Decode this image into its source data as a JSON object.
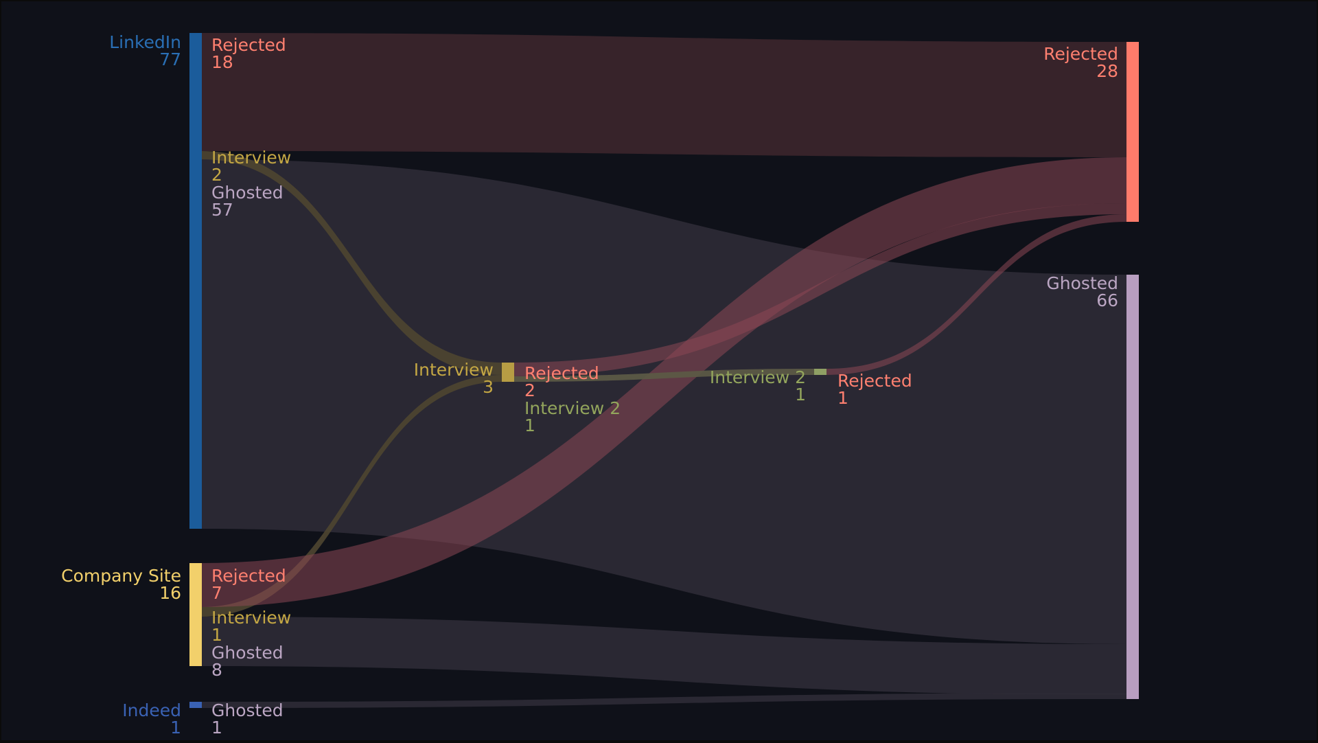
{
  "chart_data": {
    "type": "sankey",
    "unit_note": "",
    "nodes": [
      {
        "id": "linkedin",
        "name": "LinkedIn",
        "value": 77,
        "color": "#1b5c9b",
        "text_color": "#2a6fb5",
        "column": 0
      },
      {
        "id": "company",
        "name": "Company Site",
        "value": 16,
        "color": "#f2d06b",
        "text_color": "#f2d06b",
        "column": 0
      },
      {
        "id": "indeed",
        "name": "Indeed",
        "value": 1,
        "color": "#3a62b4",
        "text_color": "#3a62b4",
        "column": 0
      },
      {
        "id": "interview",
        "name": "Interview",
        "value": 3,
        "color": "#b79d44",
        "text_color": "#c4a744",
        "column": 1
      },
      {
        "id": "interview2",
        "name": "Interview 2",
        "value": 1,
        "color": "#8f9f64",
        "text_color": "#93a55c",
        "column": 2
      },
      {
        "id": "rejected",
        "name": "Rejected",
        "value": 28,
        "color": "#ff7b6b",
        "text_color": "#ff8070",
        "column": 3
      },
      {
        "id": "ghosted",
        "name": "Ghosted",
        "value": 66,
        "color": "#b89ec0",
        "text_color": "#bba6c3",
        "column": 3
      }
    ],
    "links": [
      {
        "source": "linkedin",
        "target": "rejected",
        "value": 18,
        "label": "Rejected",
        "color": "#ff8070"
      },
      {
        "source": "linkedin",
        "target": "interview",
        "value": 2,
        "label": "Interview",
        "color": "#c4a744"
      },
      {
        "source": "linkedin",
        "target": "ghosted",
        "value": 57,
        "label": "Ghosted",
        "color": "#bba6c3"
      },
      {
        "source": "company",
        "target": "rejected",
        "value": 7,
        "label": "Rejected",
        "color": "#ff8070"
      },
      {
        "source": "company",
        "target": "interview",
        "value": 1,
        "label": "Interview",
        "color": "#c4a744"
      },
      {
        "source": "company",
        "target": "ghosted",
        "value": 8,
        "label": "Ghosted",
        "color": "#bba6c3"
      },
      {
        "source": "indeed",
        "target": "ghosted",
        "value": 1,
        "label": "Ghosted",
        "color": "#bba6c3"
      },
      {
        "source": "interview",
        "target": "rejected",
        "value": 2,
        "label": "Rejected",
        "color": "#ff8070"
      },
      {
        "source": "interview",
        "target": "interview2",
        "value": 1,
        "label": "Interview 2",
        "color": "#93a55c"
      },
      {
        "source": "interview2",
        "target": "rejected",
        "value": 1,
        "label": "Rejected",
        "color": "#ff8070"
      }
    ],
    "link_colors": {
      "rejected": "#3b252b",
      "ghosted": "#2d2a35",
      "interview": "#4d4430",
      "interview2": "#5c5a45",
      "rejected_cross": "#8a4753"
    }
  }
}
